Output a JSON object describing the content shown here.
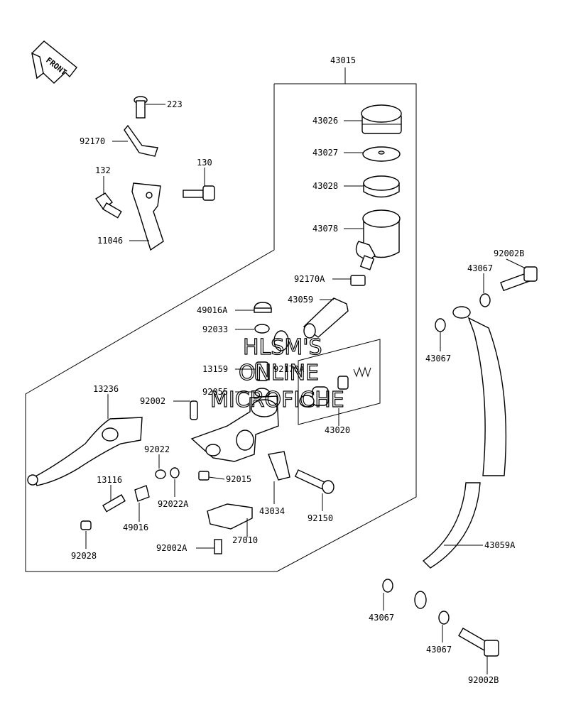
{
  "front_arrow": {
    "text": "FRONT"
  },
  "watermark": {
    "line1": "HLSM'S",
    "line2": "ONLINE",
    "line3": "MICROFICHE"
  },
  "parts": {
    "p43015": "43015",
    "p43026": "43026",
    "p43027": "43027",
    "p43028": "43028",
    "p43078": "43078",
    "p92170A_a": "92170A",
    "p43059": "43059",
    "p49016A": "49016A",
    "p92033": "92033",
    "p13159": "13159",
    "p92170A_b": "92170A",
    "p92055": "92055",
    "p43020": "43020",
    "p223": "223",
    "p92170": "92170",
    "p132": "132",
    "p130": "130",
    "p11046": "11046",
    "p13236": "13236",
    "p92002": "92002",
    "p92022": "92022",
    "p92022A": "92022A",
    "p92015": "92015",
    "p43034": "43034",
    "p92150": "92150",
    "p13116": "13116",
    "p49016": "49016",
    "p92028": "92028",
    "p27010": "27010",
    "p92002A": "92002A",
    "p92002B_a": "92002B",
    "p43067_a": "43067",
    "p43067_b": "43067",
    "p43059A": "43059A",
    "p43067_c": "43067",
    "p43067_d": "43067",
    "p92002B_b": "92002B"
  }
}
